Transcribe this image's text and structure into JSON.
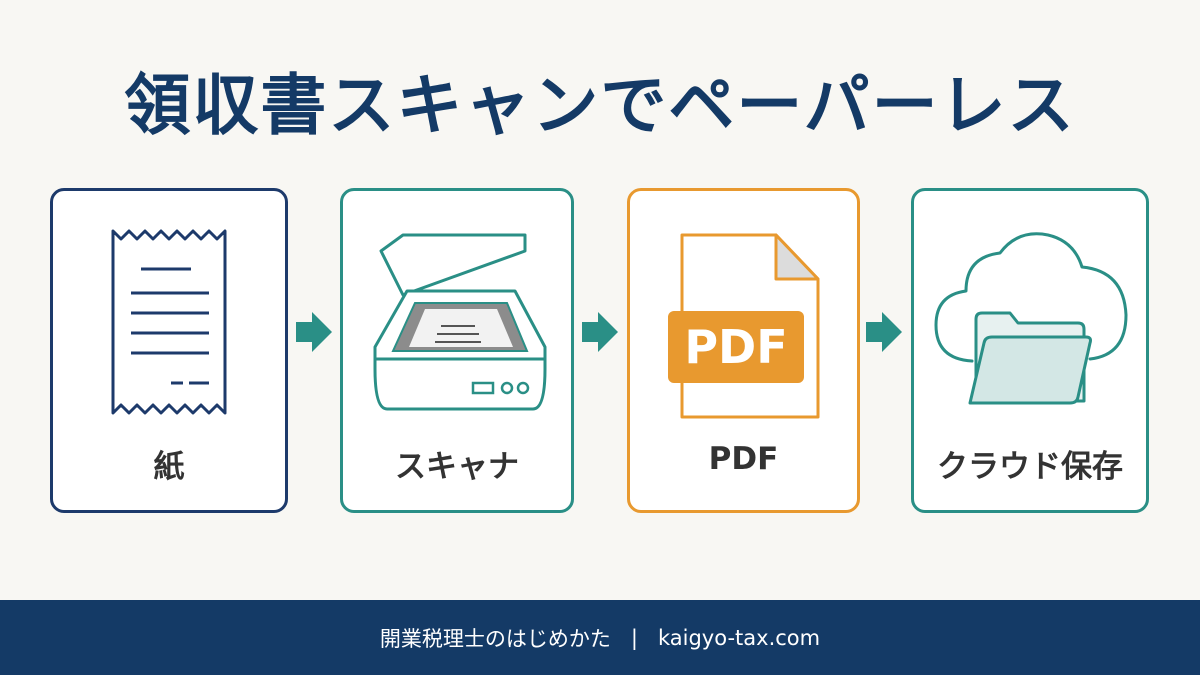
{
  "title": "領収書スキャンでペーパーレス",
  "steps": [
    {
      "label": "紙",
      "icon": "receipt-icon"
    },
    {
      "label": "スキャナ",
      "icon": "scanner-icon"
    },
    {
      "label": "PDF",
      "icon": "pdf-file-icon",
      "badge": "PDF"
    },
    {
      "label": "クラウド保存",
      "icon": "cloud-folder-icon"
    }
  ],
  "footer": {
    "brand": "開業税理士のはじめかた",
    "separator": "|",
    "site": "kaigyo-tax.com"
  },
  "colors": {
    "navy": "#143a66",
    "teal": "#2a8f86",
    "orange": "#e8992f"
  }
}
